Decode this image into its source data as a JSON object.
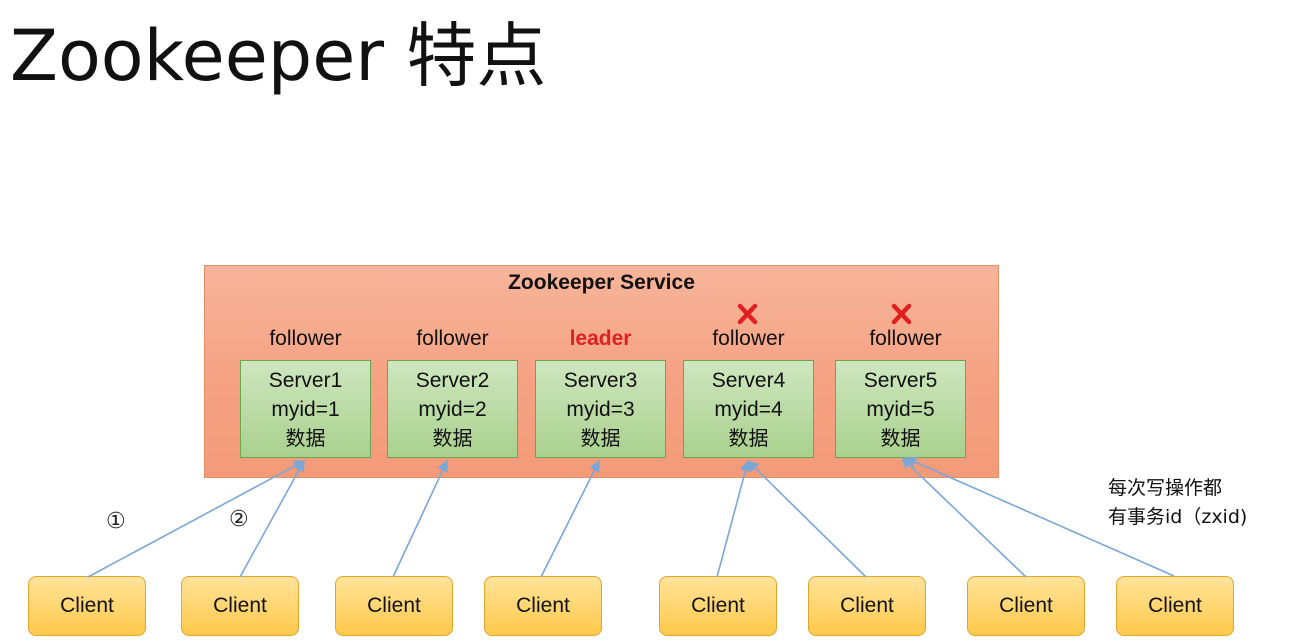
{
  "title": "Zookeeper 特点",
  "service": {
    "label": "Zookeeper Service"
  },
  "servers": [
    {
      "role": "follower",
      "name": "Server1",
      "myid": "myid=1",
      "data": "数据",
      "failed": false
    },
    {
      "role": "follower",
      "name": "Server2",
      "myid": "myid=2",
      "data": "数据",
      "failed": false
    },
    {
      "role": "leader",
      "name": "Server3",
      "myid": "myid=3",
      "data": "数据",
      "failed": false
    },
    {
      "role": "follower",
      "name": "Server4",
      "myid": "myid=4",
      "data": "数据",
      "failed": true
    },
    {
      "role": "follower",
      "name": "Server5",
      "myid": "myid=5",
      "data": "数据",
      "failed": true
    }
  ],
  "clients": [
    "Client",
    "Client",
    "Client",
    "Client",
    "Client",
    "Client",
    "Client",
    "Client"
  ],
  "steps": [
    "①",
    "②"
  ],
  "note": {
    "line1": "每次写操作都",
    "line2": "有事务id（zxid)"
  },
  "colors": {
    "service_fill": "#f5a283",
    "server_fill": "#a9d18e",
    "client_fill": "#ffc94a",
    "leader_text": "#e02020",
    "arrow": "#7ba7d8",
    "fail_mark": "#e02020"
  },
  "icons": {
    "fail_mark": "red-x-icon",
    "arrow": "arrow-up-icon"
  }
}
